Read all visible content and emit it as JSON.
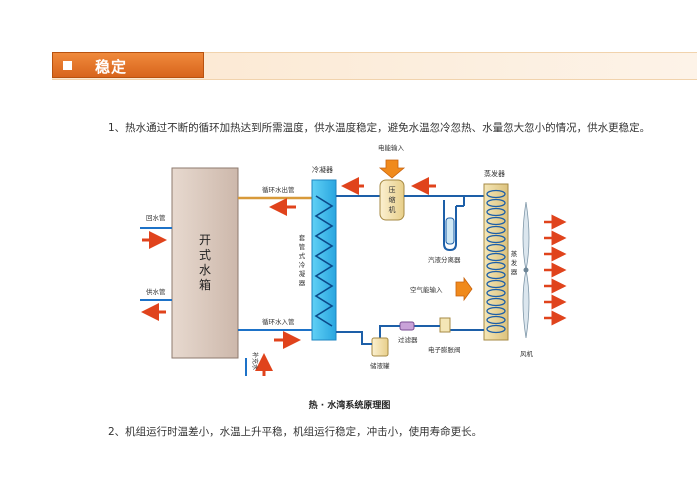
{
  "header": {
    "title": "稳定"
  },
  "paragraphs": {
    "p1": "1、热水通过不断的循环加热达到所需温度，供水温度稳定，避免水温忽冷忽热、水量忽大忽小的情况，供水更稳定。",
    "p2": "2、机组运行时温差小，水温上升平稳，机组运行稳定，冲击小，使用寿命更长。"
  },
  "diagram": {
    "caption": "热 · 水湾系统原理图",
    "tank": [
      "开",
      "式",
      "水",
      "箱"
    ],
    "return_pipe": "回水管",
    "supply_pipe": "供水管",
    "circ_out": "循环水出管",
    "circ_in": "循环水入管",
    "makeup_water": "补充水",
    "condenser": "冷凝器",
    "condenser_vertical": [
      "套",
      "管",
      "式",
      "冷",
      "凝",
      "器"
    ],
    "power_input": "电能输入",
    "compressor": [
      "压",
      "缩",
      "机"
    ],
    "separator": "汽液分离器",
    "evaporator": "蒸发器",
    "evaporator_vertical": [
      "蒸",
      "发",
      "器"
    ],
    "air_input": "空气能输入",
    "filter": "过滤器",
    "expansion_valve": "电子膨胀阀",
    "receiver": "储液罐",
    "fan": "风机"
  }
}
